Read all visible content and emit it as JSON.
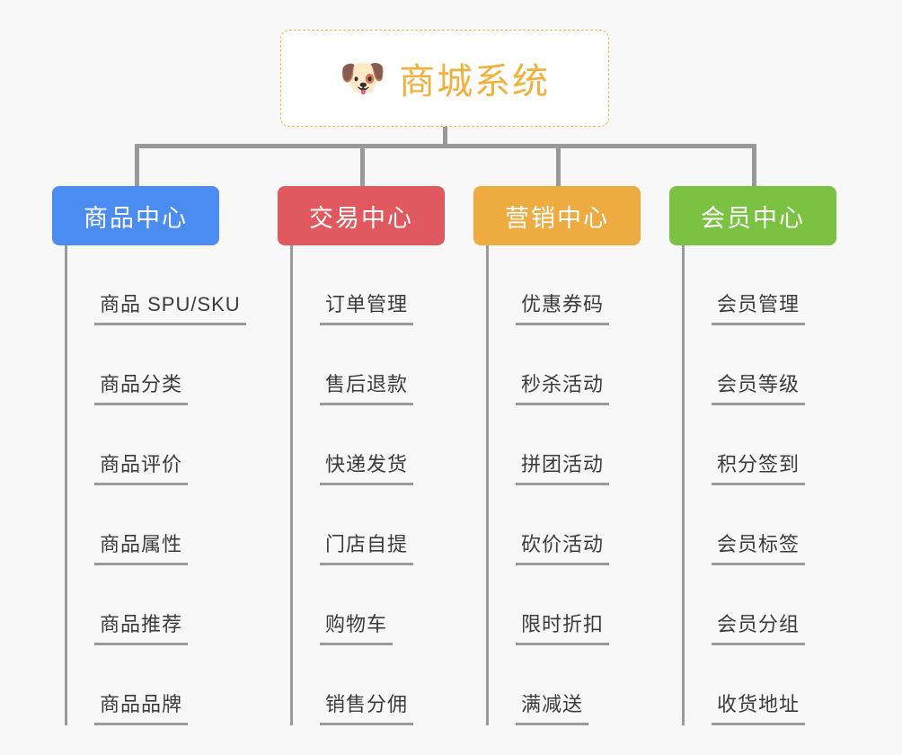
{
  "canvas": {
    "background_color": "#f8f8f8",
    "line_color": "#999999"
  },
  "root": {
    "icon": "dog-face-emoji",
    "emoji": "🐶",
    "title": "商城系统",
    "title_color": "#f2b03c",
    "border_color": "#f0b64a",
    "background_color": "#ffffff"
  },
  "columns": [
    {
      "id": "product-center",
      "title": "商品中心",
      "color": "#4a8cf0",
      "items": [
        {
          "label": "商品 SPU/SKU"
        },
        {
          "label": "商品分类"
        },
        {
          "label": "商品评价"
        },
        {
          "label": "商品属性"
        },
        {
          "label": "商品推荐"
        },
        {
          "label": "商品品牌"
        }
      ]
    },
    {
      "id": "trade-center",
      "title": "交易中心",
      "color": "#e0595e",
      "items": [
        {
          "label": "订单管理"
        },
        {
          "label": "售后退款"
        },
        {
          "label": "快递发货"
        },
        {
          "label": "门店自提"
        },
        {
          "label": "购物车"
        },
        {
          "label": "销售分佣"
        }
      ]
    },
    {
      "id": "marketing-center",
      "title": "营销中心",
      "color": "#eeab40",
      "items": [
        {
          "label": "优惠券码"
        },
        {
          "label": "秒杀活动"
        },
        {
          "label": "拼团活动"
        },
        {
          "label": "砍价活动"
        },
        {
          "label": "限时折扣"
        },
        {
          "label": "满减送"
        }
      ]
    },
    {
      "id": "member-center",
      "title": "会员中心",
      "color": "#7cc242",
      "items": [
        {
          "label": "会员管理"
        },
        {
          "label": "会员等级"
        },
        {
          "label": "积分签到"
        },
        {
          "label": "会员标签"
        },
        {
          "label": "会员分组"
        },
        {
          "label": "收货地址"
        }
      ]
    }
  ]
}
